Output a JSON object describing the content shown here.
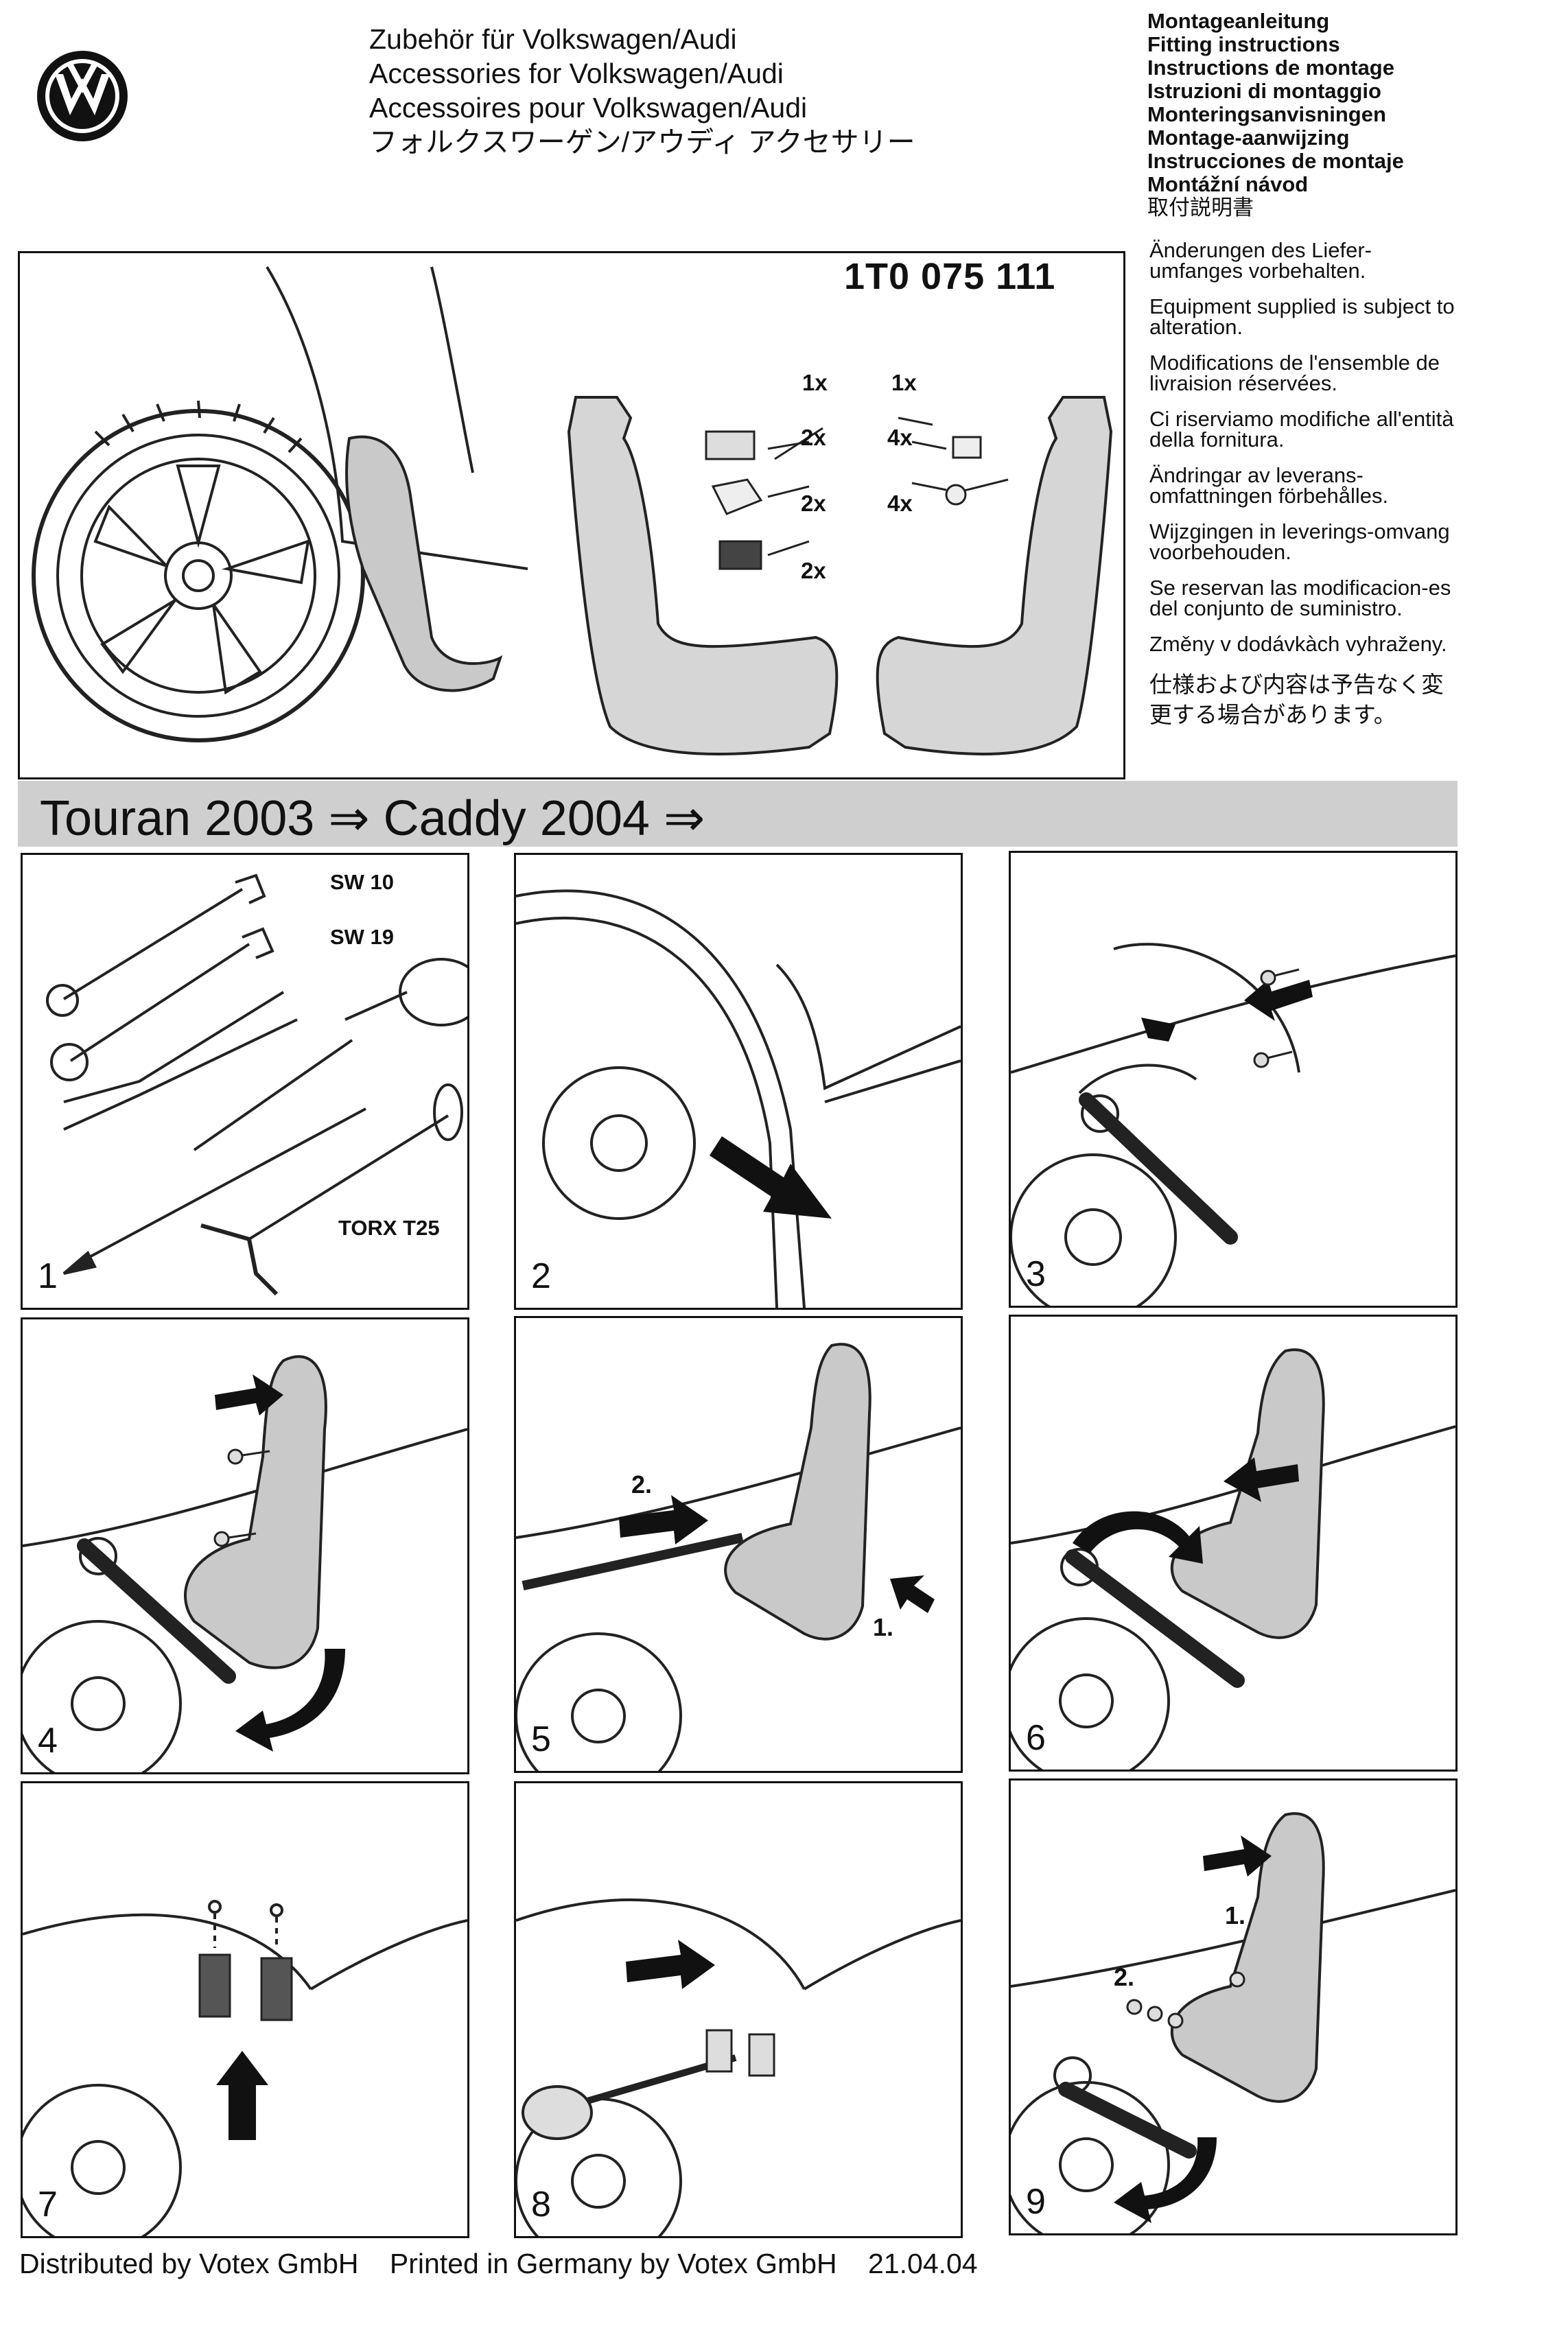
{
  "brand": {
    "logo_icon": "vw-logo-icon",
    "lines": [
      "Zubehör für Volkswagen/Audi",
      "Accessories for Volkswagen/Audi",
      "Accessoires pour Volkswagen/Audi",
      "フォルクスワーゲン/アウディ アクセサリー"
    ]
  },
  "instructions_titles": [
    "Montageanleitung",
    "Fitting instructions",
    "Instructions de montage",
    "Istruzioni di montaggio",
    "Monteringsanvisningen",
    "Montage-aanwijzing",
    "Instrucciones de montaje",
    "Montážní návod",
    "取付説明書"
  ],
  "notices": [
    "Änderungen des Liefer-umfanges vorbehalten.",
    "Equipment supplied is subject to alteration.",
    "Modifications de l'ensemble de livraision réservées.",
    "Ci riserviamo modifiche all'entità della fornitura.",
    "Ändringar av leverans-omfattningen förbehålles.",
    "Wijzgingen in leverings-omvang voorbehouden.",
    "Se reservan las modificacion-es del conjunto de suministro.",
    "Změny v dodávkàch vyhraženy.",
    "仕様および内容は予告なく変更する場合があります。"
  ],
  "part": {
    "number": "1T0 075 111",
    "quantities": {
      "left_flap": "1x",
      "right_flap": "1x",
      "bracket": "2x",
      "clip": "2x",
      "pad": "2x",
      "nut": "4x",
      "screw": "4x"
    }
  },
  "models_banner": "Touran 2003 ⇒ Caddy 2004 ⇒",
  "tools": {
    "wrench_10": "SW 10",
    "wrench_19": "SW 19",
    "torx": "TORX T25"
  },
  "steps": [
    "1",
    "2",
    "3",
    "4",
    "5",
    "6",
    "7",
    "8",
    "9"
  ],
  "step_markers": {
    "s5_first": "1.",
    "s5_second": "2.",
    "s9_first": "1.",
    "s9_second": "2."
  },
  "footer": {
    "distributed": "Distributed by Votex GmbH",
    "printed": "Printed in Germany by Votex GmbH",
    "date": "21.04.04"
  }
}
